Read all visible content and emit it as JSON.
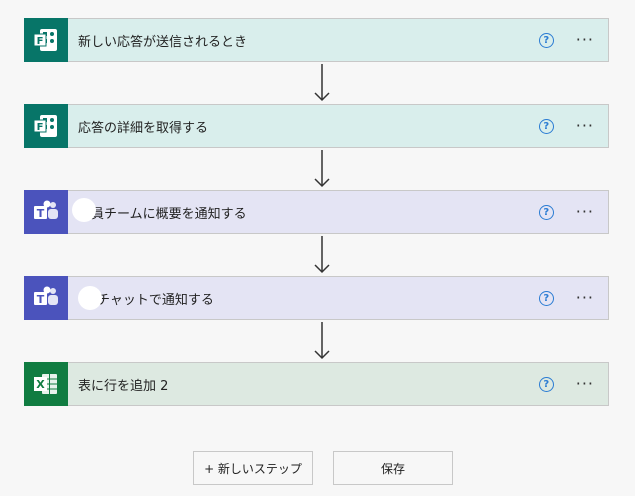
{
  "steps": [
    {
      "title": "新しい応答が送信されるとき",
      "type": "forms",
      "icon": "forms-icon"
    },
    {
      "title": "応答の詳細を取得する",
      "type": "forms",
      "icon": "forms-icon"
    },
    {
      "title": "職員チームに概要を通知する",
      "type": "teams",
      "icon": "teams-icon"
    },
    {
      "title": "にチャットで通知する",
      "type": "teams",
      "icon": "teams-icon"
    },
    {
      "title": "表に行を追加 2",
      "type": "excel",
      "icon": "excel-icon"
    }
  ],
  "help_symbol": "?",
  "more_symbol": "···",
  "buttons": {
    "new_step": "+ 新しいステップ",
    "save": "保存"
  },
  "colors": {
    "forms": "#077568",
    "teams": "#4b53bc",
    "excel": "#107c41",
    "help": "#2b7cd3"
  }
}
